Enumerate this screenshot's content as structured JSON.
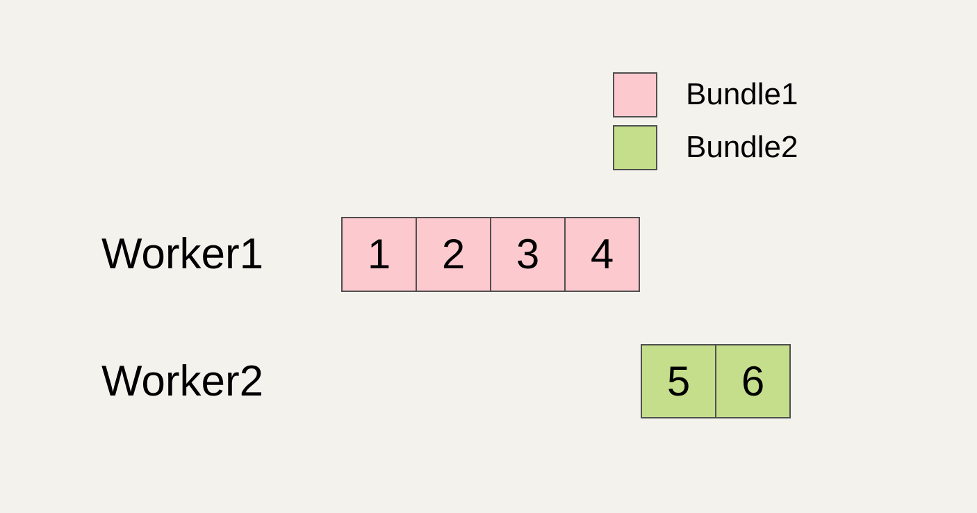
{
  "canvas": {
    "background_color": "#f4f2ed",
    "border_color": "#4f4f4f",
    "text_color": "#000000"
  },
  "legend": {
    "items": [
      {
        "name": "bundle1",
        "label": "Bundle1",
        "color": "#fcc9cf"
      },
      {
        "name": "bundle2",
        "label": "Bundle2",
        "color": "#c5de8c"
      }
    ]
  },
  "workers": [
    {
      "label": "Worker1",
      "bundle": "Bundle1",
      "color": "#fcc9cf",
      "tasks": [
        "1",
        "2",
        "3",
        "4"
      ]
    },
    {
      "label": "Worker2",
      "bundle": "Bundle2",
      "color": "#c5de8c",
      "tasks": [
        "5",
        "6"
      ]
    }
  ]
}
